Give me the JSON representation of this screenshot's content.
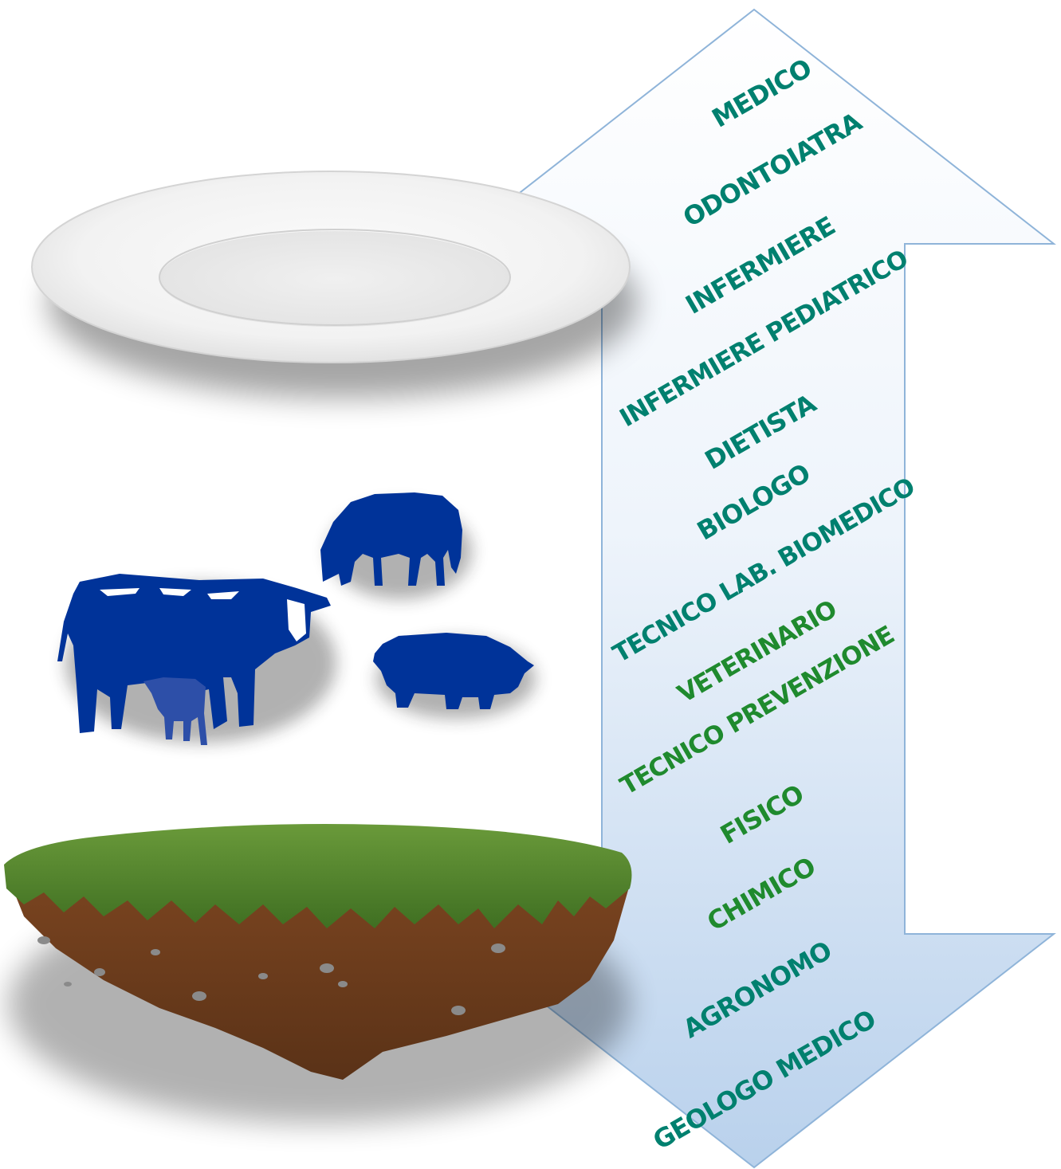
{
  "colors": {
    "teal": "#00806f",
    "green": "#1f8a2e",
    "animal_blue": "#003399",
    "arrow_top": "#ffffff",
    "arrow_bottom": "#b9d1ec",
    "arrow_stroke": "#8fb4d9"
  },
  "illustrations": {
    "plate": "plate-illustration",
    "animals": [
      "horse-silhouette",
      "cow-silhouette",
      "calf-silhouette",
      "pig-silhouette"
    ],
    "soil": "soil-chunk-illustration",
    "arrow": "double-headed-arrow"
  },
  "professions": [
    {
      "label": "MEDICO",
      "color": "teal"
    },
    {
      "label": "ODONTOIATRA",
      "color": "teal"
    },
    {
      "label": "INFERMIERE",
      "color": "teal"
    },
    {
      "label": "INFERMIERE PEDIATRICO",
      "color": "teal"
    },
    {
      "label": "DIETISTA",
      "color": "teal"
    },
    {
      "label": "BIOLOGO",
      "color": "teal"
    },
    {
      "label": "TECNICO LAB. BIOMEDICO",
      "color": "teal"
    },
    {
      "label": "VETERINARIO",
      "color": "green"
    },
    {
      "label": "TECNICO PREVENZIONE",
      "color": "green"
    },
    {
      "label": "FISICO",
      "color": "green"
    },
    {
      "label": "CHIMICO",
      "color": "green"
    },
    {
      "label": "AGRONOMO",
      "color": "teal"
    },
    {
      "label": "GEOLOGO MEDICO",
      "color": "teal"
    }
  ]
}
